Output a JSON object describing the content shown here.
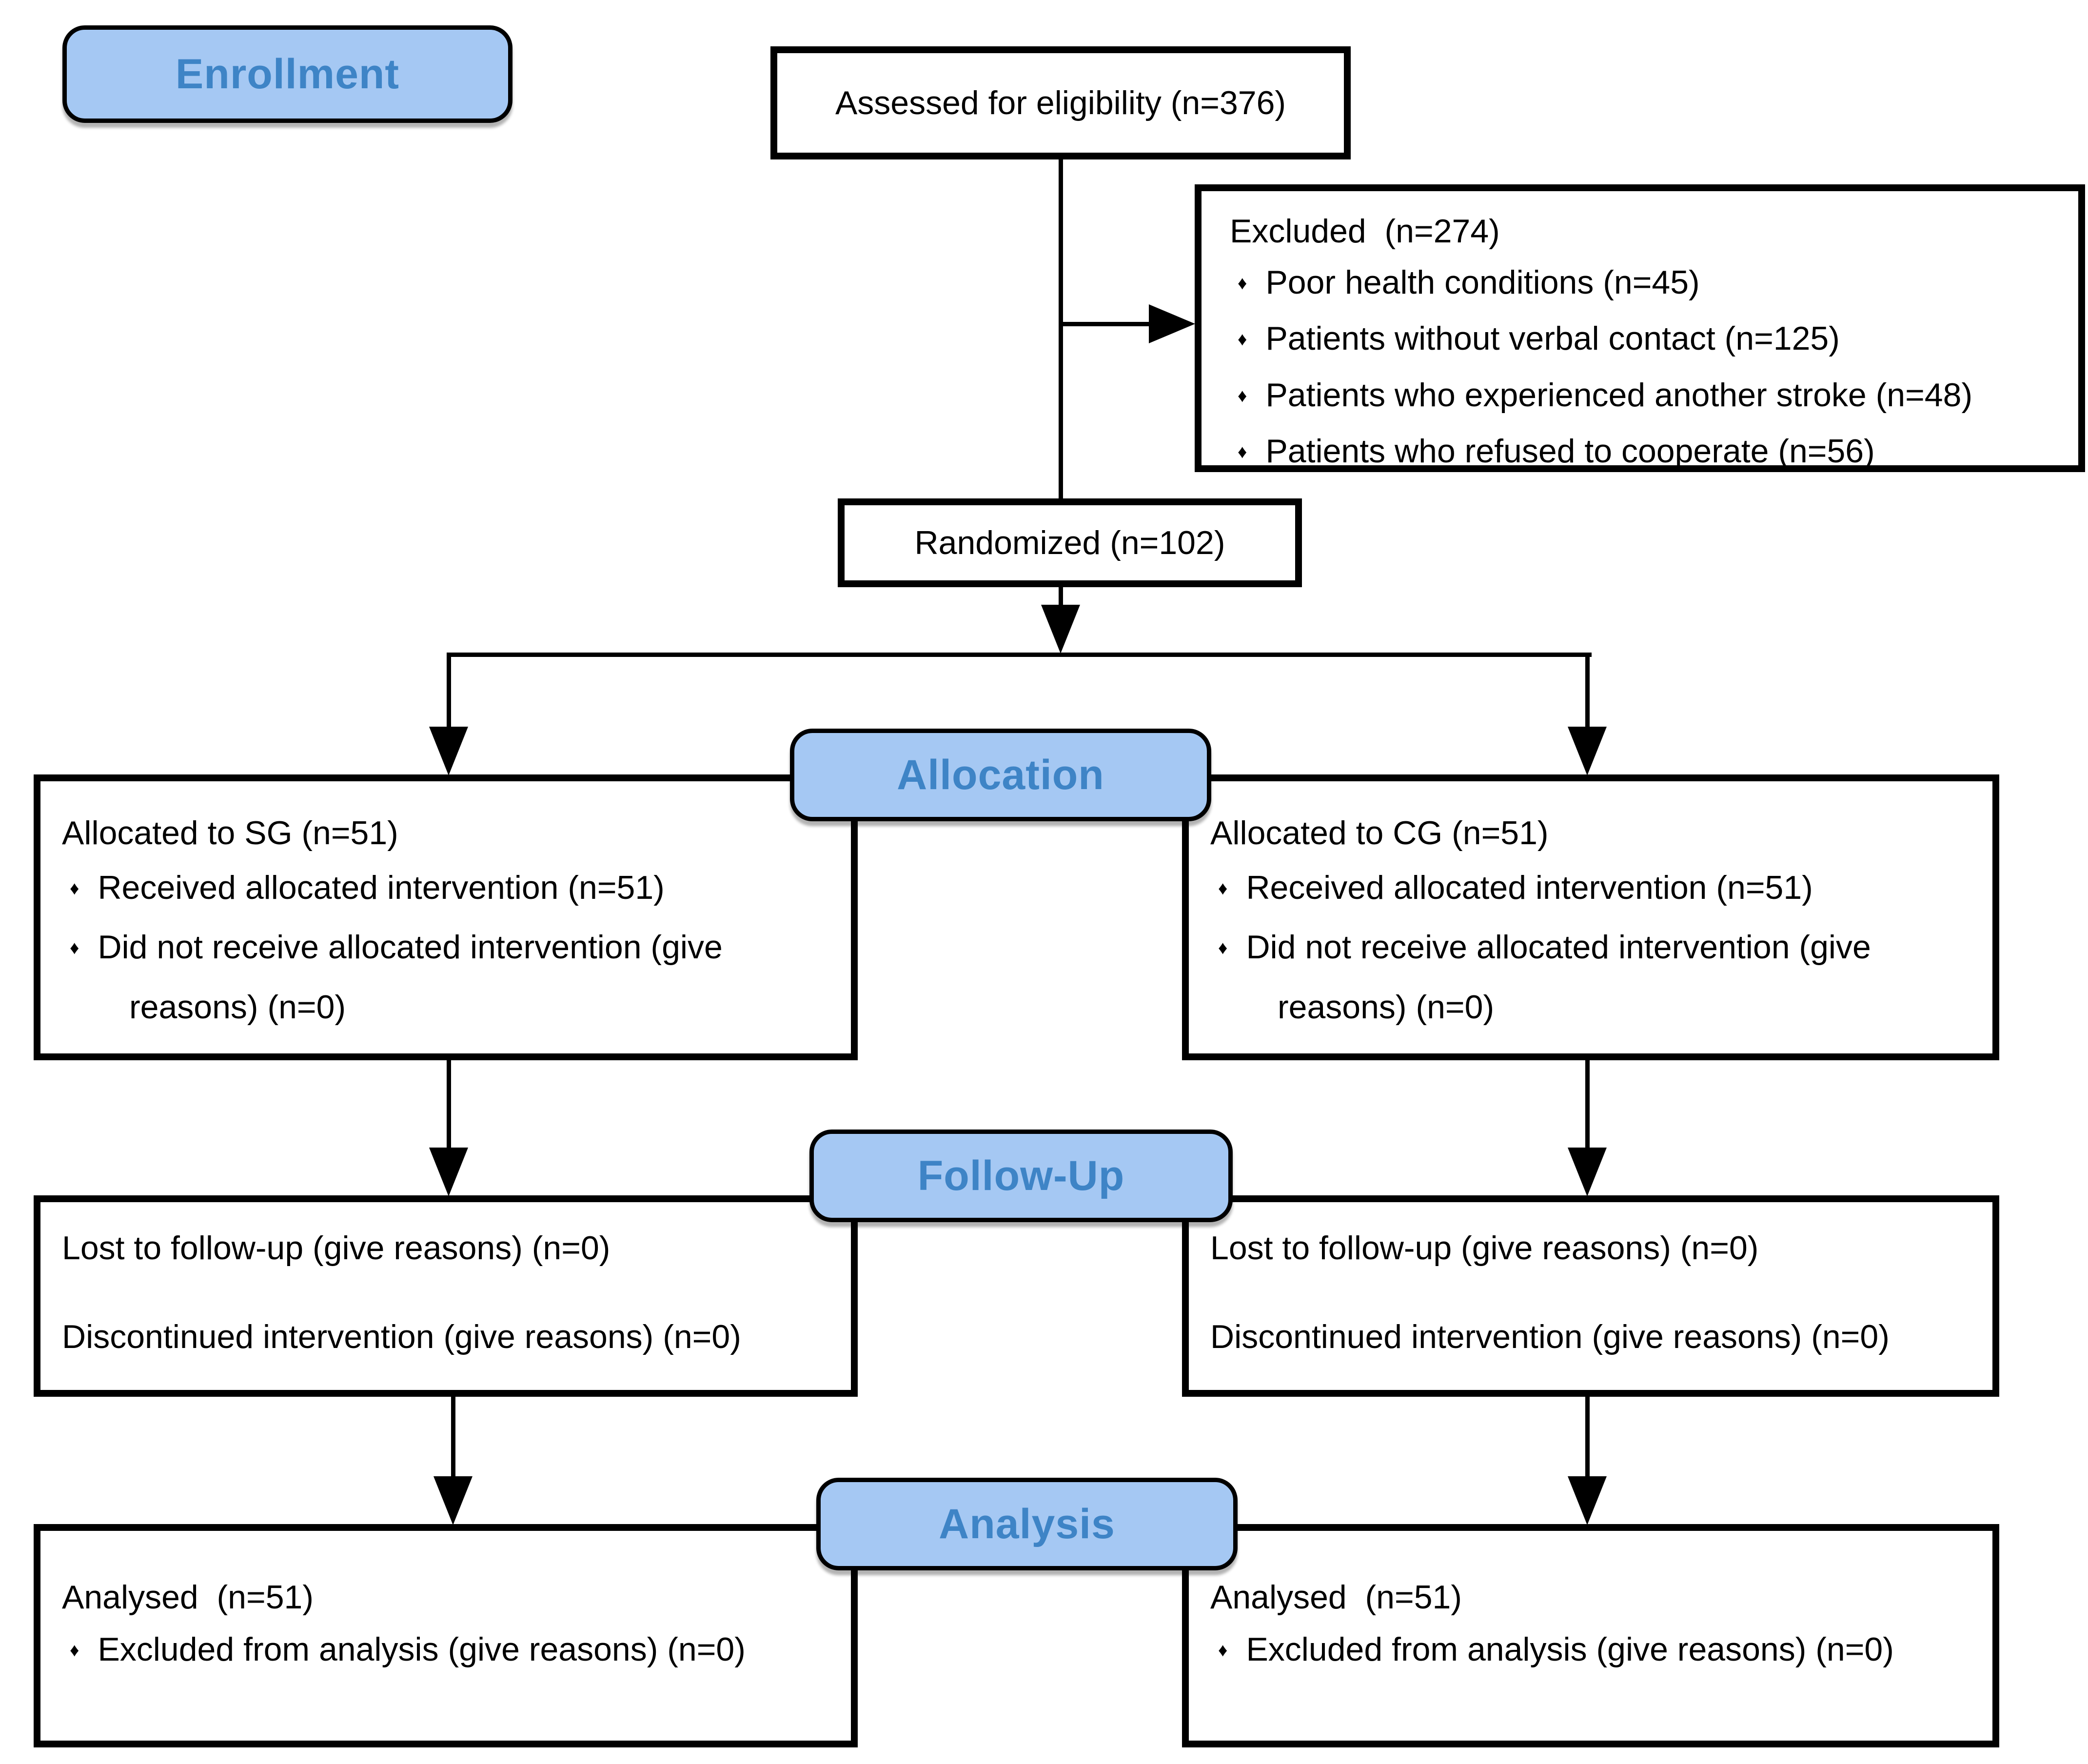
{
  "diagram_title": "CONSORT participant flow diagram",
  "colors": {
    "background": "#FFFFFF",
    "pill_fill": "#A5C8F3",
    "pill_text": "#3E84C6",
    "box_border": "#000000",
    "connector": "#000000"
  },
  "bullet_icon": "♦",
  "stage_labels": {
    "enrollment": "Enrollment",
    "allocation": "Allocation",
    "followup": "Follow-Up",
    "analysis": "Analysis"
  },
  "boxes": {
    "assessed": {
      "text": "Assessed for eligibility (n=376)"
    },
    "excluded": {
      "lines": [
        {
          "bullet": false,
          "text": "Excluded  (n=274)"
        },
        {
          "bullet": true,
          "text": "Poor health conditions (n=45)"
        },
        {
          "bullet": true,
          "text": "Patients without verbal contact (n=125)"
        },
        {
          "bullet": true,
          "text": "Patients who experienced another stroke (n=48)"
        },
        {
          "bullet": true,
          "text": "Patients who refused to cooperate (n=56)"
        }
      ]
    },
    "randomized": {
      "text": "Randomized (n=102)"
    },
    "allocation_sg": {
      "lines": [
        {
          "bullet": false,
          "text": "Allocated to SG (n=51)"
        },
        {
          "bullet": true,
          "text": "Received allocated intervention (n=51)"
        },
        {
          "bullet": true,
          "text": "Did not receive allocated intervention (give"
        },
        {
          "bullet": false,
          "cont": true,
          "text": "reasons) (n=0)"
        }
      ]
    },
    "allocation_cg": {
      "lines": [
        {
          "bullet": false,
          "text": "Allocated to CG (n=51)"
        },
        {
          "bullet": true,
          "text": "Received allocated intervention (n=51)"
        },
        {
          "bullet": true,
          "text": "Did not receive allocated intervention (give"
        },
        {
          "bullet": false,
          "cont": true,
          "text": "reasons) (n=0)"
        }
      ]
    },
    "followup_sg": {
      "lines": [
        {
          "bullet": false,
          "text": "Lost to follow-up (give reasons) (n=0)"
        },
        {
          "bullet": false,
          "text": "Discontinued intervention (give reasons) (n=0)"
        }
      ]
    },
    "followup_cg": {
      "lines": [
        {
          "bullet": false,
          "text": "Lost to follow-up (give reasons) (n=0)"
        },
        {
          "bullet": false,
          "text": "Discontinued intervention (give reasons) (n=0)"
        }
      ]
    },
    "analysis_sg": {
      "lines": [
        {
          "bullet": false,
          "text": "Analysed  (n=51)"
        },
        {
          "bullet": true,
          "text": "Excluded from analysis (give reasons) (n=0)"
        }
      ]
    },
    "analysis_cg": {
      "lines": [
        {
          "bullet": false,
          "text": "Analysed  (n=51)"
        },
        {
          "bullet": true,
          "text": "Excluded from analysis (give reasons) (n=0)"
        }
      ]
    }
  }
}
